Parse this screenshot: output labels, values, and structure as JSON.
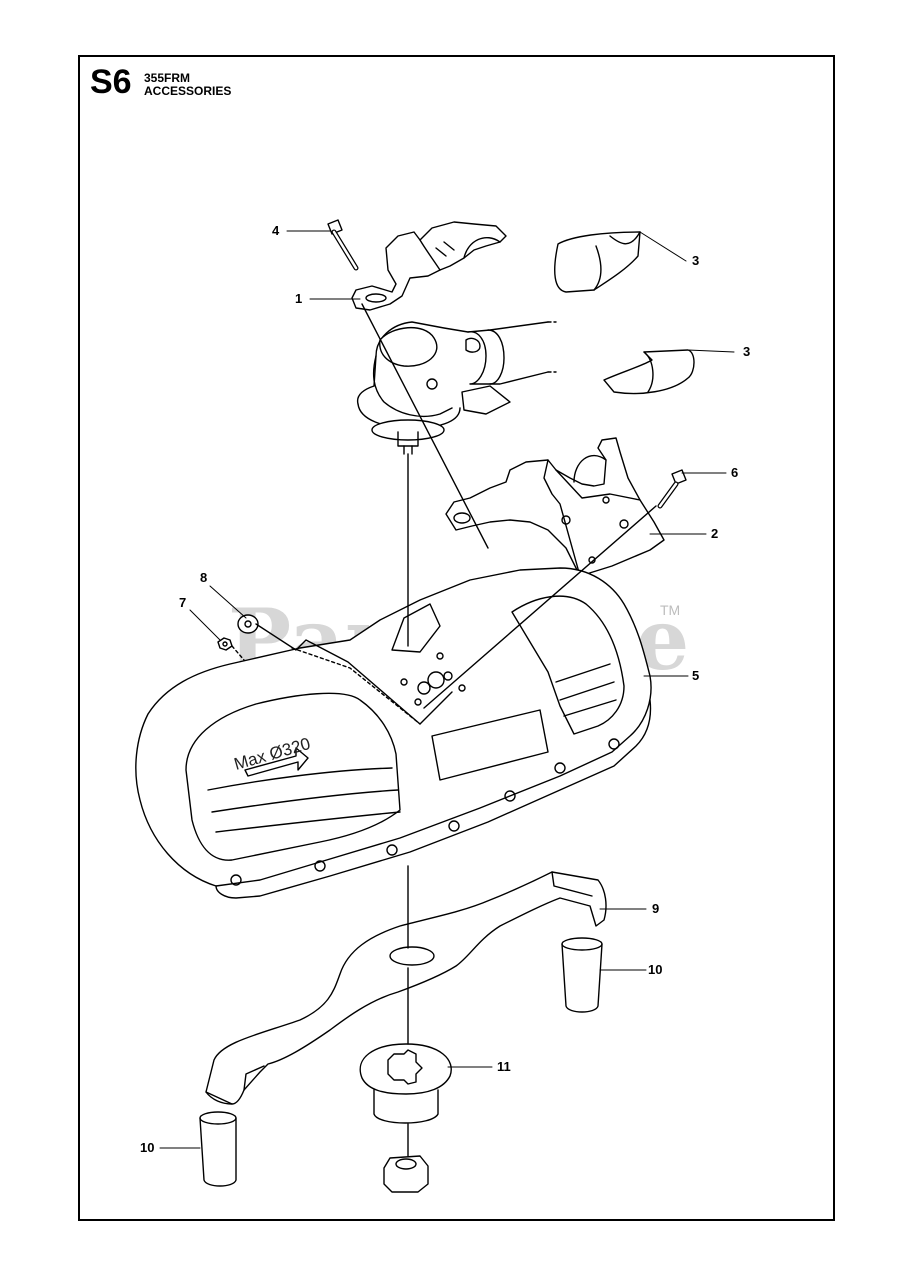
{
  "header": {
    "page_code": "S6",
    "model": "355FRM",
    "section": "ACCESSORIES"
  },
  "watermark": {
    "text": "PartsTree",
    "tm": "TM"
  },
  "shield_text": "Max Ø320",
  "callouts": [
    {
      "id": "c4",
      "label": "4"
    },
    {
      "id": "c1",
      "label": "1"
    },
    {
      "id": "c3a",
      "label": "3"
    },
    {
      "id": "c3b",
      "label": "3"
    },
    {
      "id": "c6",
      "label": "6"
    },
    {
      "id": "c2",
      "label": "2"
    },
    {
      "id": "c8",
      "label": "8"
    },
    {
      "id": "c7",
      "label": "7"
    },
    {
      "id": "c5",
      "label": "5"
    },
    {
      "id": "c9",
      "label": "9"
    },
    {
      "id": "c10a",
      "label": "10"
    },
    {
      "id": "c11",
      "label": "11"
    },
    {
      "id": "c10b",
      "label": "10"
    }
  ]
}
